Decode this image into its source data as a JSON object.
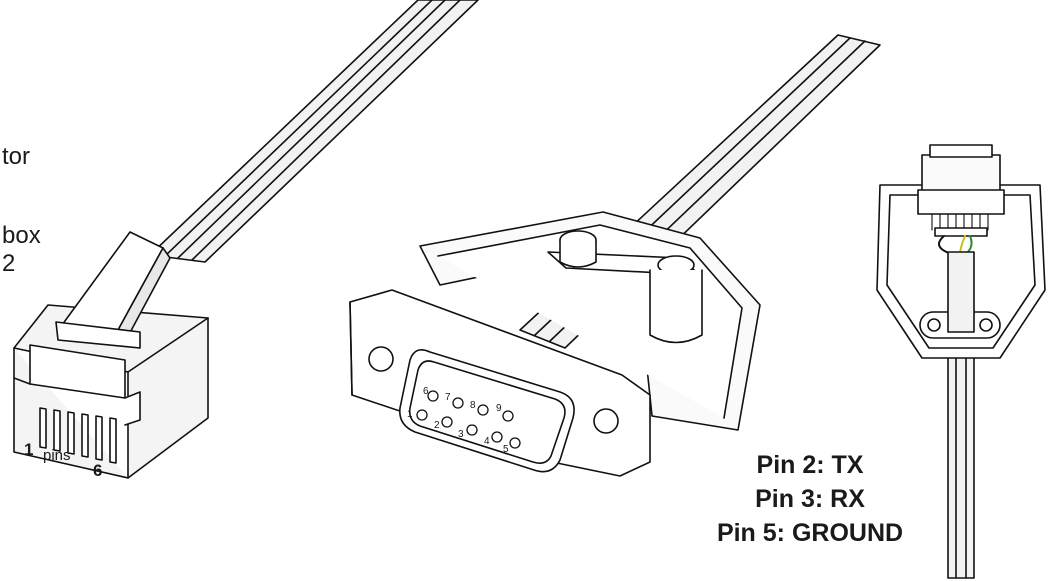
{
  "side_text": {
    "line1": "tor",
    "line2": "box",
    "line3": "2"
  },
  "rj_plug": {
    "pin_first": "1",
    "pin_word": "pins",
    "pin_last": "6"
  },
  "db9_pins": [
    "1",
    "2",
    "3",
    "4",
    "5",
    "6",
    "7",
    "8",
    "9"
  ],
  "pinout": {
    "line1": "Pin 2: TX",
    "line2": "Pin 3: RX",
    "line3": "Pin 5: GROUND"
  }
}
